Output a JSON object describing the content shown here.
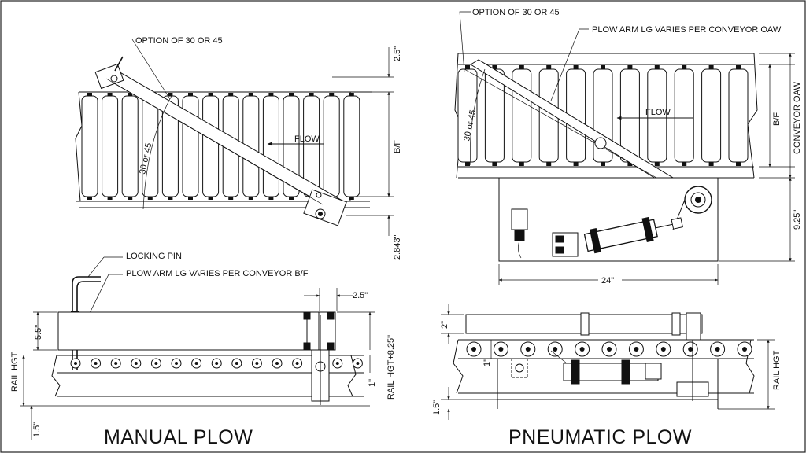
{
  "manual": {
    "title": "MANUAL PLOW",
    "option_label": "OPTION OF 30 OR 45",
    "angle_label": "30 or 45",
    "flow_label": "FLOW",
    "locking_pin_label": "LOCKING PIN",
    "plow_arm_label": "PLOW ARM LG VARIES PER CONVEYOR B/F",
    "dim_top": "2.5\"",
    "dim_bf": "B/F",
    "dim_bottom": "2.843\"",
    "dim_side_top": "2.5\"",
    "dim_left_5_5": "5.5\"",
    "dim_rail_hgt": "RAIL HGT+8.25\"",
    "dim_1": "1\"",
    "dim_rail_hgt_left": "RAIL HGT",
    "dim_1_5": "1.5\""
  },
  "pneumatic": {
    "title": "PNEUMATIC PLOW",
    "option_label": "OPTION OF 30 OR 45",
    "plow_arm_label": "PLOW ARM LG VARIES PER CONVEYOR OAW",
    "angle_label": "30 or 45",
    "flow_label": "FLOW",
    "dim_bf": "B/F",
    "dim_oaw": "CONVEYOR OAW",
    "dim_9_25": "9.25\"",
    "dim_24": "24\"",
    "dim_2": "2\"",
    "dim_1": "1\"",
    "dim_1_5": "1.5\"",
    "dim_rail_hgt": "RAIL HGT"
  }
}
